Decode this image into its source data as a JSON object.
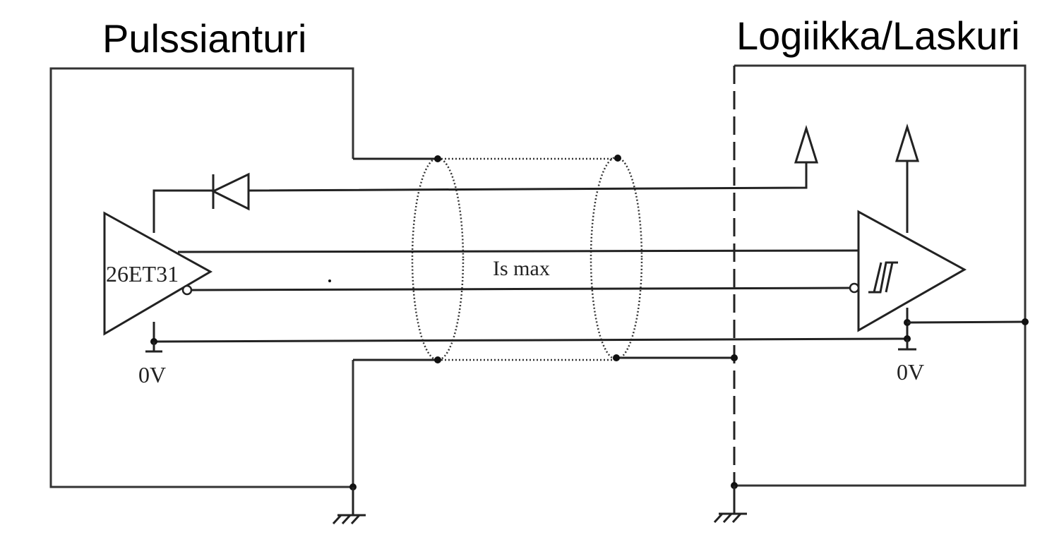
{
  "titles": {
    "left": "Pulssianturi",
    "right": "Logiikka/Laskuri"
  },
  "labels": {
    "driver": "26ET31",
    "current": "Is max",
    "ground_left": "0V",
    "ground_right": "0V"
  },
  "colors": {
    "line": "#222222",
    "background": "#ffffff"
  }
}
